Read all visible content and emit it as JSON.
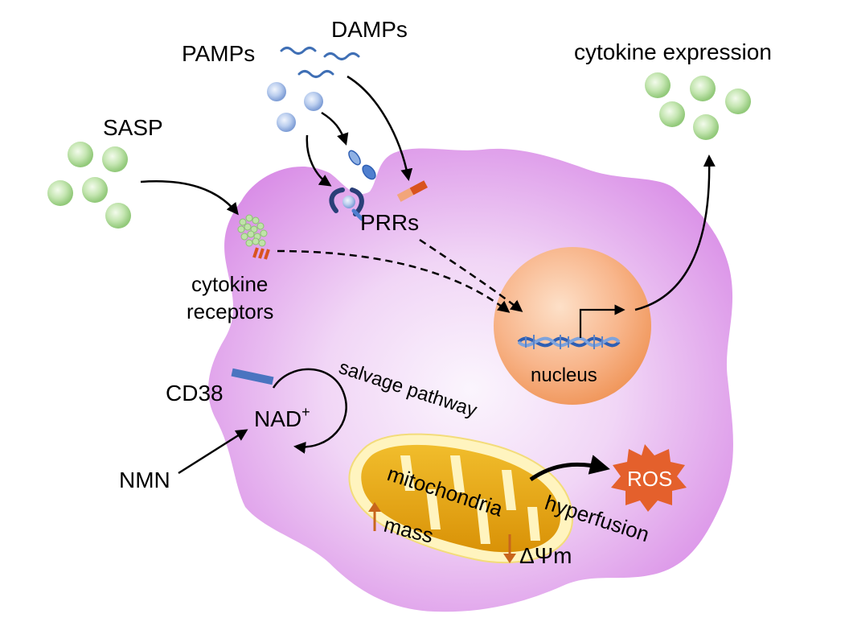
{
  "labels": {
    "pamps": "PAMPs",
    "damps": "DAMPs",
    "sasp": "SASP",
    "cytokine_expression": "cytokine expression",
    "prrs": "PRRs",
    "cytokine_receptors_1": "cytokine",
    "cytokine_receptors_2": "receptors",
    "nucleus": "nucleus",
    "cd38": "CD38",
    "nad": "NAD",
    "nad_sup": "+",
    "salvage_pathway": "salvage pathway",
    "nmn": "NMN",
    "mitochondria": "mitochondria",
    "ros": "ROS",
    "hyperfusion": "hyperfusion",
    "mass": "mass",
    "delta_psi_m": "ΔΨm"
  },
  "colors": {
    "cell_membrane": "#d98fe6",
    "cell_center": "#f8effb",
    "nucleus": "#f5a06a",
    "cytokine_particle": "#a9d890",
    "pamp_particle": "#a9c1ea",
    "damp_wave": "#3f6fb5",
    "receptor_orange": "#e0642a",
    "cd38_bar": "#4a74c0",
    "mitochondria_outer": "#fff3b8",
    "mitochondria_inner": "#e3a50c",
    "ros_star": "#e4602c",
    "up_down_arrow": "#c8651c"
  }
}
